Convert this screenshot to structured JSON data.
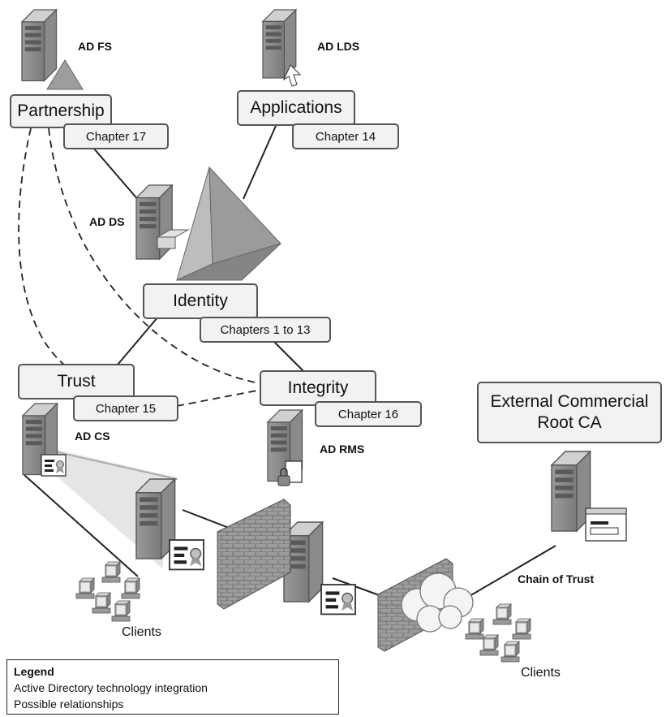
{
  "nodes": {
    "partnership": {
      "title": "Partnership",
      "chapter": "Chapter 17",
      "server_label": "AD FS"
    },
    "applications": {
      "title": "Applications",
      "chapter": "Chapter 14",
      "server_label": "AD LDS"
    },
    "directory": {
      "server_label": "AD DS"
    },
    "identity": {
      "title": "Identity",
      "chapter": "Chapters 1 to 13"
    },
    "trust": {
      "title": "Trust",
      "chapter": "Chapter 15",
      "server_label": "AD CS"
    },
    "integrity": {
      "title": "Integrity",
      "chapter": "Chapter 16",
      "server_label": "AD RMS"
    },
    "external_ca": {
      "line1": "External Commercial",
      "line2": "Root CA"
    }
  },
  "labels": {
    "chain_of_trust": "Chain of Trust",
    "clients_left": "Clients",
    "clients_right": "Clients"
  },
  "legend": {
    "title": "Legend",
    "solid": "Active Directory technology integration",
    "dashed": "Possible relationships"
  }
}
